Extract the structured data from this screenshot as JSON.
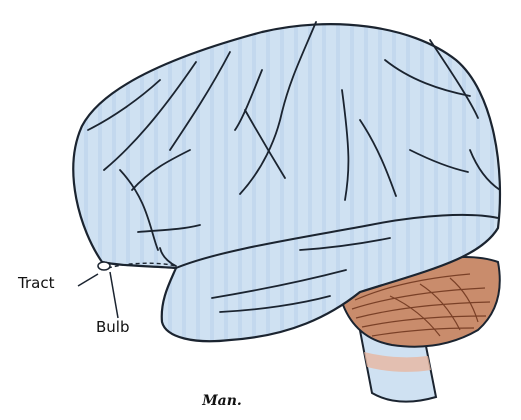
{
  "labels": {
    "tract": "Tract",
    "bulb": "Bulb"
  },
  "caption": "Man.",
  "colors": {
    "cerebrum_fill": "#cfe1f2",
    "cerebellum_fill": "#c98c6c",
    "brainstem_fill": "#cfe1f2",
    "outline": "#1b2430"
  }
}
